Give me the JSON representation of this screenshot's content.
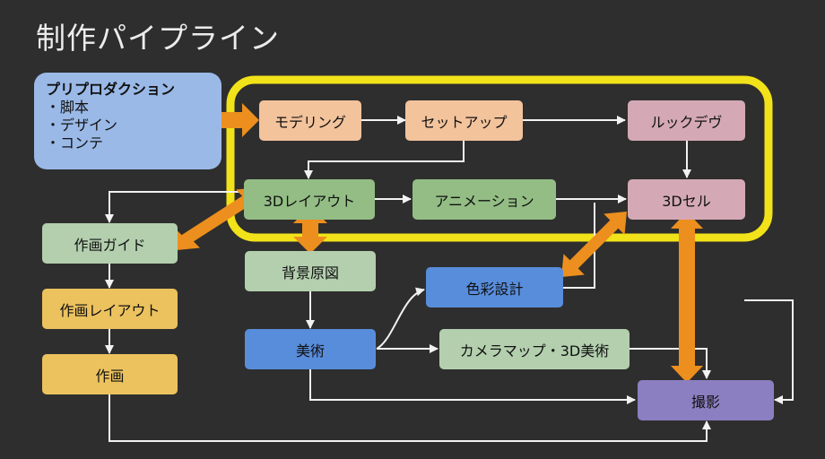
{
  "title": "制作パイプライン",
  "preproduction": {
    "heading": "プリプロダクション",
    "items": [
      "・脚本",
      "・デザイン",
      "・コンテ"
    ]
  },
  "nodes": {
    "modeling": "モデリング",
    "setup": "セットアップ",
    "lookdev": "ルックデヴ",
    "layout3d": "3Dレイアウト",
    "animation": "アニメーション",
    "cel3d": "3Dセル",
    "guide": "作画ガイド",
    "bgart": "背景原図",
    "color": "色彩設計",
    "sakuga_layout": "作画レイアウト",
    "art": "美術",
    "camera_map": "カメラマップ・3D美術",
    "sakuga": "作画",
    "compositing": "撮影"
  },
  "colors": {
    "background": "#2e2e2e",
    "highlight_frame": "#f2e219",
    "double_arrow": "#ec8f1e",
    "connector": "#f2f2f2",
    "preproduction": "#9ab9e7",
    "modeling_stage": "#f3c39c",
    "lookdev_stage": "#d4a9b5",
    "layout_stage": "#93bd84",
    "bg_stage": "#b3cfae",
    "sakuga_stage": "#ecc25e",
    "art_stage": "#588ddc",
    "compositing_stage": "#8c7fc1"
  }
}
